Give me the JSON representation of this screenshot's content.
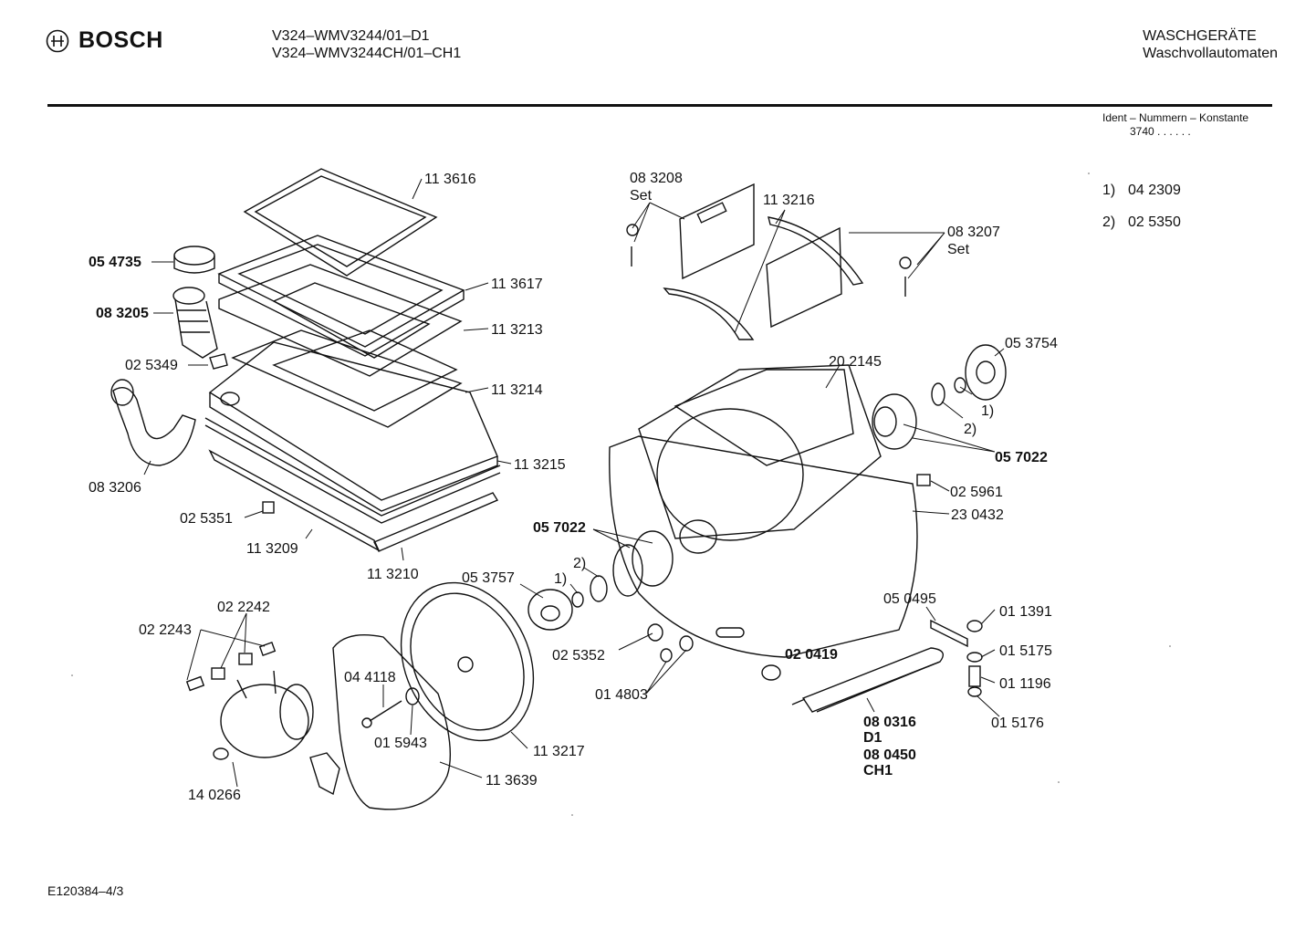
{
  "header": {
    "brand": "BOSCH",
    "models": [
      "V324–WMV3244/01–D1",
      "V324–WMV3244CH/01–CH1"
    ],
    "category": [
      "WASCHGERÄTE",
      "Waschvollautomaten"
    ],
    "ident_title": "Ident – Nummern – Konstante",
    "ident_value": "3740 . .   . . . ."
  },
  "legend": {
    "l1_key": "1)",
    "l1_val": "04 2309",
    "l2_key": "2)",
    "l2_val": "02 5350"
  },
  "labels": {
    "p113616": "11 3616",
    "p054735": "05 4735",
    "p113617": "11 3617",
    "p083205": "08 3205",
    "p113213": "11 3213",
    "p025349": "02 5349",
    "p113214": "11 3214",
    "p083206": "08 3206",
    "p113215": "11 3215",
    "p025351": "02 5351",
    "p113209": "11 3209",
    "p113210": "11 3210",
    "p083208": "08 3208",
    "set1": "Set",
    "p113216": "11 3216",
    "p083207": "08 3207",
    "set2": "Set",
    "p053754": "05 3754",
    "p202145": "20 2145",
    "n1a": "1)",
    "n2a": "2)",
    "p057022a": "05 7022",
    "p025961": "02 5961",
    "p230432": "23 0432",
    "p057022b": "05 7022",
    "n2b": "2)",
    "n1b": "1)",
    "p053757": "05 3757",
    "p022242": "02 2242",
    "p022243": "02 2243",
    "p025352": "02 5352",
    "p050495": "05 0495",
    "p011391": "01 1391",
    "p020419": "02 0419",
    "p015175": "01 5175",
    "p011196": "01 1196",
    "p044118": "04 4118",
    "p014803": "01 4803",
    "p015943": "01 5943",
    "p113217": "11 3217",
    "p080316": "08 0316",
    "d1": "D1",
    "p080450": "08 0450",
    "ch1": "CH1",
    "p015176": "01 5176",
    "p113639": "11 3639",
    "p140266": "14 0266"
  },
  "footer": {
    "code": "E120384–4/3"
  }
}
